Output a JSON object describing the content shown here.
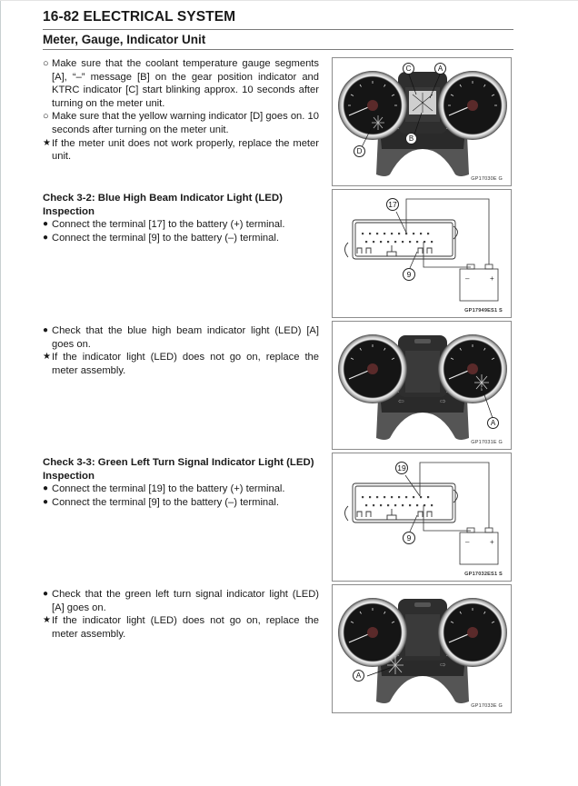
{
  "header": {
    "page_title": "16-82 ELECTRICAL SYSTEM",
    "section_title": "Meter, Gauge, Indicator Unit"
  },
  "blocks": [
    {
      "paragraphs": [
        {
          "marker": "○",
          "text": "Make sure that the coolant temperature gauge segments [A], “–” message [B] on the gear position indicator and KTRC indicator [C] start blinking approx. 10 seconds after turning on the meter unit."
        },
        {
          "marker": "○",
          "text": "Make sure that the yellow warning indicator [D] goes on. 10 seconds after turning on the meter unit."
        },
        {
          "marker": "★",
          "text": "If the meter unit does not work properly, replace the meter unit."
        }
      ]
    },
    {
      "title": "Check 3-2: Blue High Beam Indicator Light (LED) Inspection",
      "paragraphs": [
        {
          "marker": "●",
          "text": "Connect the terminal [17] to the battery (+) terminal."
        },
        {
          "marker": "●",
          "text": "Connect the terminal [9] to the battery (–) terminal."
        }
      ]
    },
    {
      "paragraphs": [
        {
          "marker": "●",
          "text": "Check that the blue high beam indicator light (LED) [A] goes on."
        },
        {
          "marker": "★",
          "text": "If the indicator light (LED) does not go on, replace the meter assembly."
        }
      ]
    },
    {
      "title": "Check 3-3: Green Left Turn Signal Indicator Light (LED) Inspection",
      "paragraphs": [
        {
          "marker": "●",
          "text": "Connect the terminal [19] to the battery (+) terminal."
        },
        {
          "marker": "●",
          "text": "Connect the terminal [9] to the battery (–) terminal."
        }
      ]
    },
    {
      "paragraphs": [
        {
          "marker": "●",
          "text": "Check that the green left turn signal indicator light (LED) [A] goes on."
        },
        {
          "marker": "★",
          "text": "If the indicator light (LED) does not go on, replace the meter assembly."
        }
      ]
    }
  ],
  "figures": [
    {
      "type": "meter",
      "code": "GP17030E  G",
      "callouts": [
        "C",
        "A",
        "D",
        "B"
      ]
    },
    {
      "type": "connector",
      "code": "GP17949ES1  S",
      "callouts": [
        "17",
        "9"
      ],
      "battery_minus": "–",
      "battery_plus": "+"
    },
    {
      "type": "meter",
      "code": "GP17031E  G",
      "callouts": [
        "A"
      ]
    },
    {
      "type": "connector",
      "code": "GP17032ES1  S",
      "callouts": [
        "19",
        "9"
      ],
      "battery_minus": "–",
      "battery_plus": "+"
    },
    {
      "type": "meter",
      "code": "GP17033E  G",
      "callouts": [
        "A"
      ]
    }
  ]
}
